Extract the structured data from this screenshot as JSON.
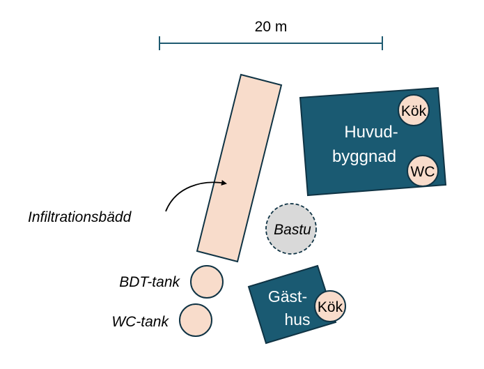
{
  "scale_bar": {
    "label": "20 m"
  },
  "main_building": {
    "label_line1": "Huvud-",
    "label_line2": "byggnad",
    "kitchen": "Kök",
    "wc": "WC"
  },
  "guest_house": {
    "label_line1": "Gäst-",
    "label_line2": "hus",
    "kitchen": "Kök"
  },
  "sauna": {
    "label": "Bastu"
  },
  "infiltration_bed": {
    "label": "Infiltrationsbädd"
  },
  "bdt_tank": {
    "label": "BDT-tank"
  },
  "wc_tank": {
    "label": "WC-tank"
  },
  "colors": {
    "building_fill": "#1a5a72",
    "building_stroke": "#0f3344",
    "bed_fill": "#f8dccb",
    "sauna_fill": "#d9d9d9",
    "scale_bar": "#1e5a70"
  }
}
